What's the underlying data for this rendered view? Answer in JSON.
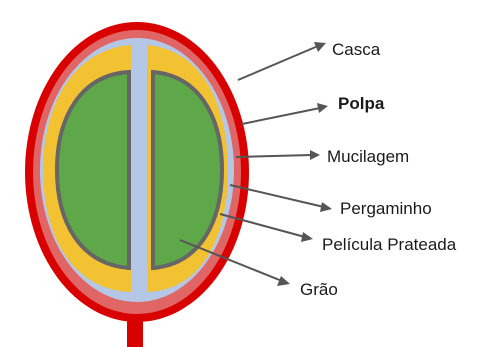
{
  "colors": {
    "casca": "#d90000",
    "polpa": "#e06666",
    "mucilagem": "#b4c7e7",
    "pergaminho": "#f2c232",
    "pelicula": "#666666",
    "grao": "#5fa84a",
    "pointer": "#555555"
  },
  "labels": [
    {
      "id": "casca",
      "text": "Casca"
    },
    {
      "id": "polpa",
      "text": "Polpa"
    },
    {
      "id": "mucilagem",
      "text": "Mucilagem"
    },
    {
      "id": "pergaminho",
      "text": "Pergaminho"
    },
    {
      "id": "pelicula",
      "text": "Película Prateada"
    },
    {
      "id": "grao",
      "text": "Grão"
    }
  ]
}
